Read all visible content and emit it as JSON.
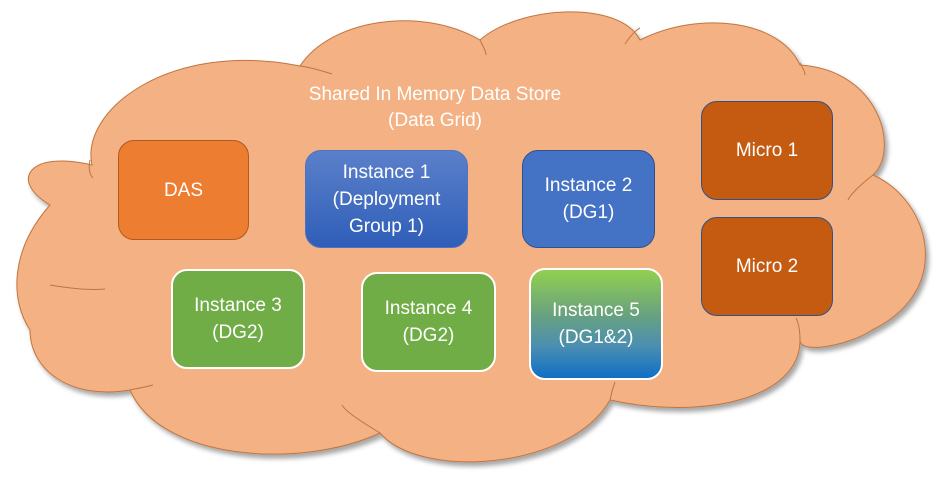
{
  "diagram": {
    "cloud": {
      "label_line1": "Shared In Memory Data Store",
      "label_line2": "(Data Grid)",
      "fill": "#f4b183",
      "stroke": "#c0753f"
    },
    "nodes": [
      {
        "id": "das",
        "lines": [
          "DAS"
        ],
        "color": "#ed7d31"
      },
      {
        "id": "instance-1",
        "lines": [
          "Instance 1",
          "(Deployment",
          "Group 1)"
        ],
        "color": "#4472c4"
      },
      {
        "id": "instance-2",
        "lines": [
          "Instance 2",
          "(DG1)"
        ],
        "color": "#4472c4"
      },
      {
        "id": "micro-1",
        "lines": [
          "Micro 1"
        ],
        "color": "#c55a11"
      },
      {
        "id": "micro-2",
        "lines": [
          "Micro 2"
        ],
        "color": "#c55a11"
      },
      {
        "id": "instance-3",
        "lines": [
          "Instance 3",
          "(DG2)"
        ],
        "color": "#70ad47"
      },
      {
        "id": "instance-4",
        "lines": [
          "Instance 4",
          "(DG2)"
        ],
        "color": "#70ad47"
      },
      {
        "id": "instance-5",
        "lines": [
          "Instance 5",
          "(DG1&2)"
        ],
        "color_top": "#92d050",
        "color_bottom": "#0f6fc6"
      }
    ]
  }
}
